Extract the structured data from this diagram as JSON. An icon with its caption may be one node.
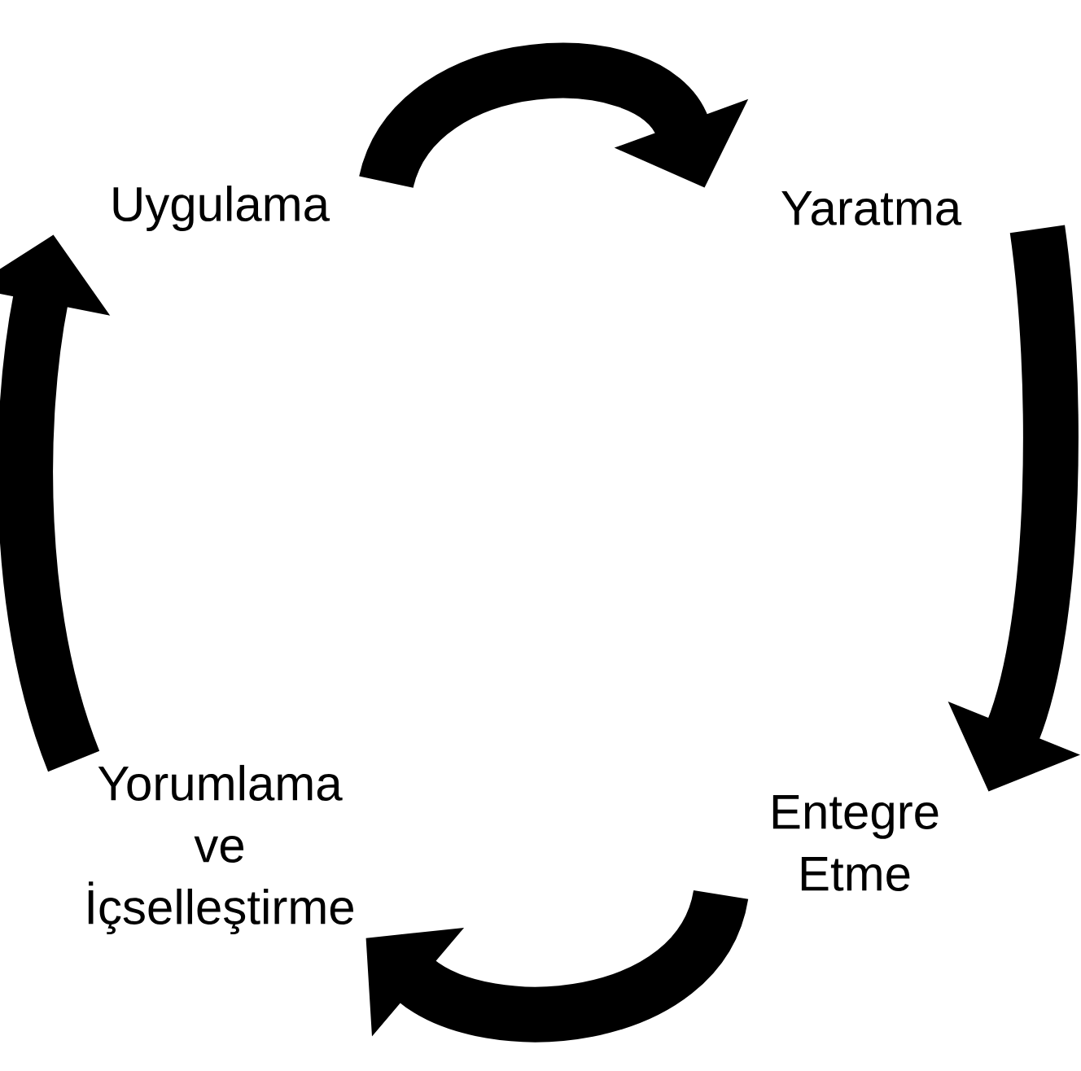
{
  "diagram": {
    "nodes": [
      {
        "text": [
          "Uygulama"
        ]
      },
      {
        "text": [
          "Yaratma"
        ]
      },
      {
        "text": [
          "Entegre Etme"
        ]
      },
      {
        "text": [
          "Yorumlama ve İçselleştirme"
        ]
      }
    ],
    "edges": [
      {
        "from": 0,
        "to": 1,
        "arrow": "to"
      },
      {
        "from": 1,
        "to": 2,
        "arrow": "to"
      },
      {
        "from": 2,
        "to": 3,
        "arrow": "to"
      },
      {
        "from": 3,
        "to": 0,
        "arrow": "to"
      }
    ]
  }
}
